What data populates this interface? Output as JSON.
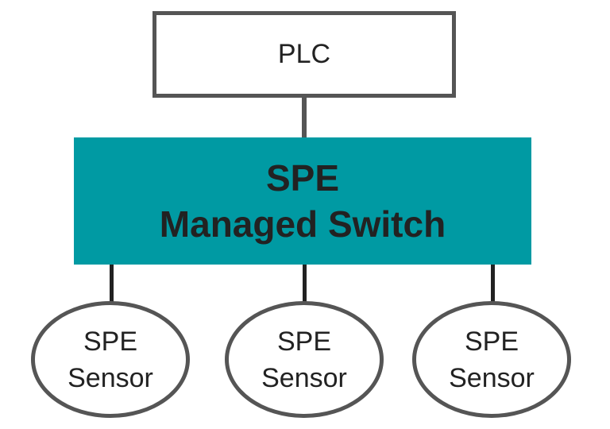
{
  "plc": {
    "label": "PLC"
  },
  "switch": {
    "line1": "SPE",
    "line2": "Managed Switch",
    "color": "#009aa3"
  },
  "sensors": [
    {
      "line1": "SPE",
      "line2": "Sensor"
    },
    {
      "line1": "SPE",
      "line2": "Sensor"
    },
    {
      "line1": "SPE",
      "line2": "Sensor"
    }
  ],
  "colors": {
    "border": "#555555",
    "connector_dark": "#222222"
  }
}
